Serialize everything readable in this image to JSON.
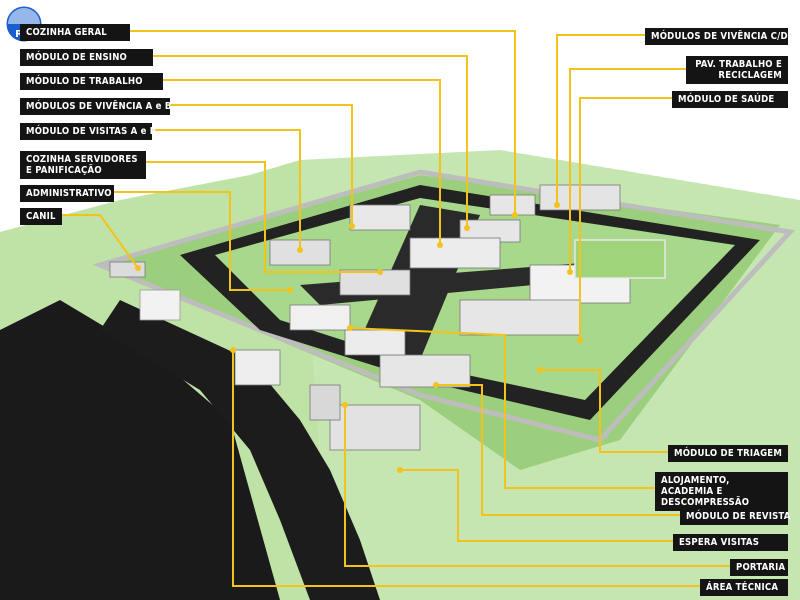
{
  "colors": {
    "leader": "#f3c21b",
    "label_bg": "#141414",
    "label_text": "#ffffff",
    "grass": "#a6d38a",
    "grass_light": "#c8e6b4",
    "road": "#1c1c1c",
    "wall": "#bdbdbd",
    "building": "#e2e2e2",
    "roof": "#f4f4f4"
  },
  "logo": {
    "text": "RM",
    "icon": "logo-globe-icon"
  },
  "labels_left": [
    {
      "id": "cozinha-geral",
      "text": "COZINHA GERAL"
    },
    {
      "id": "modulo-ensino",
      "text": "MÓDULO DE ENSINO"
    },
    {
      "id": "modulo-trabalho",
      "text": "MÓDULO DE TRABALHO"
    },
    {
      "id": "modulos-vivencia-ab",
      "text": "MÓDULOS DE VIVÊNCIA A e B"
    },
    {
      "id": "modulo-visitas-ab",
      "text": "MÓDULO DE VISITAS A e B"
    },
    {
      "id": "cozinha-servidores",
      "text": "COZINHA SERVIDORES E PANIFICAÇÃO"
    },
    {
      "id": "administrativo",
      "text": "ADMINISTRATIVO"
    },
    {
      "id": "canil",
      "text": "CANIL"
    }
  ],
  "labels_right": [
    {
      "id": "modulos-vivencia-cd",
      "text": "MÓDULOS DE VIVÊNCIA C/D"
    },
    {
      "id": "pav-trabalho",
      "text": "PAV. TRABALHO E RECICLAGEM"
    },
    {
      "id": "modulo-saude",
      "text": "MÓDULO DE SAÚDE"
    },
    {
      "id": "modulo-triagem",
      "text": "MÓDULO DE TRIAGEM"
    },
    {
      "id": "alojamento",
      "text": "ALOJAMENTO, ACADEMIA E DESCOMPRESSÃO"
    },
    {
      "id": "modulo-revista",
      "text": "MÓDULO DE REVISTA"
    },
    {
      "id": "espera-visitas",
      "text": "ESPERA VISITAS"
    },
    {
      "id": "portaria",
      "text": "PORTARIA"
    },
    {
      "id": "area-tecnica",
      "text": "ÁREA TÉCNICA"
    }
  ]
}
